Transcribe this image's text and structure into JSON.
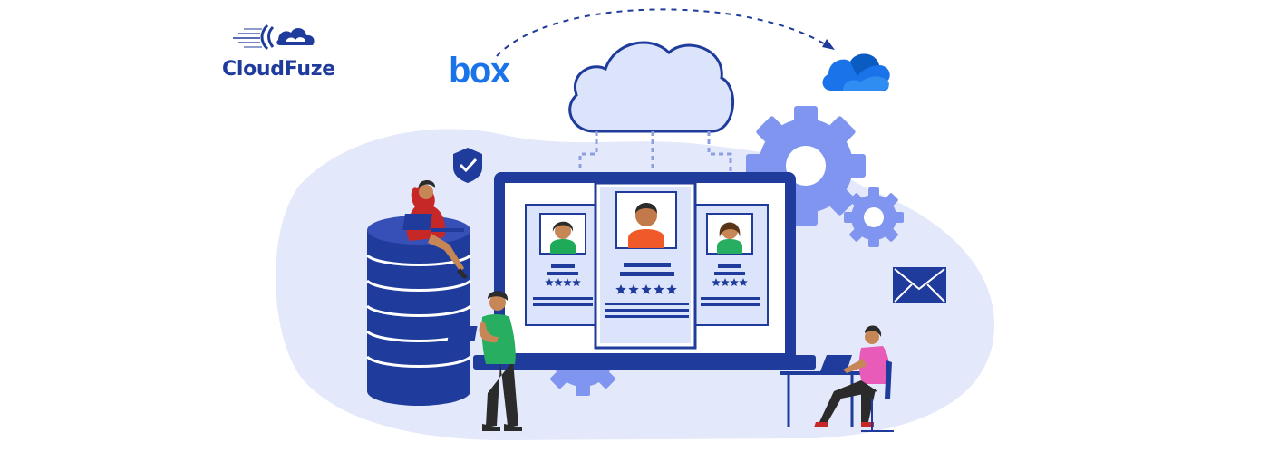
{
  "brand": {
    "name": "CloudFuze"
  },
  "source_service": {
    "label": "box"
  },
  "destination_service": {
    "icon": "onedrive-cloud-icon"
  },
  "profiles": [
    {
      "rating": 4,
      "shirt": "#1faa59"
    },
    {
      "rating": 5,
      "shirt": "#f05a28"
    },
    {
      "rating": 4,
      "shirt": "#27ae60"
    }
  ],
  "colors": {
    "primary": "#1f3b9b",
    "accent": "#7f95f0",
    "blob": "#e3e9fa",
    "cloud_fill": "#dbe4fb",
    "onedrive": "#1a73e8"
  },
  "icons": [
    "cloudfuze-logo-icon",
    "shield-check-icon",
    "cloud-icon",
    "gear-icon",
    "mail-icon",
    "database-icon",
    "laptop-icon"
  ]
}
